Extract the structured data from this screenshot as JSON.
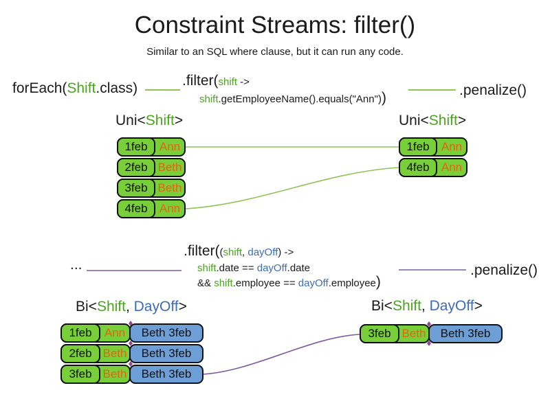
{
  "slide": {
    "title": "Constraint Streams: filter()",
    "subtitle": "Similar to an SQL where clause, but it can run any code."
  },
  "colors": {
    "green_fill": "#78cf39",
    "blue_fill": "#6d9fd6",
    "green_text": "#4aa41e",
    "blue_text": "#3d6cb4",
    "orange_text": "#e0650f",
    "connector_green": "#8fc356",
    "connector_purple": "#7a5ba3",
    "diamond_fill": "#8d4a8f",
    "border": "#111111"
  },
  "section1": {
    "foreach": {
      "pre": "forEach(",
      "type": "Shift",
      "post": ".class)"
    },
    "filter": {
      "head": ".filter(",
      "param": "shift",
      "arrow": " ->",
      "line2": {
        "v1": "shift",
        "rest": ".getEmployeeName().equals(\"Ann\")",
        "close": ")"
      }
    },
    "penalize": ".penalize()",
    "left_label": {
      "pre": "Uni<",
      "type": "Shift",
      "post": ">"
    },
    "right_label": {
      "pre": "Uni<",
      "type": "Shift",
      "post": ">"
    },
    "left_rows": [
      {
        "date": "1feb",
        "name": "Ann"
      },
      {
        "date": "2feb",
        "name": "Beth"
      },
      {
        "date": "3feb",
        "name": "Beth"
      },
      {
        "date": "4feb",
        "name": "Ann"
      }
    ],
    "right_rows": [
      {
        "date": "1feb",
        "name": "Ann"
      },
      {
        "date": "4feb",
        "name": "Ann"
      }
    ]
  },
  "section2": {
    "ellipsis": "...",
    "filter": {
      "head": ".filter(",
      "open": "(",
      "param1": "shift",
      "comma": ", ",
      "param2": "dayOff",
      "close": ")",
      "arrow": " ->",
      "line2": {
        "v1": "shift",
        "mid": ".date == ",
        "v2": "dayOff",
        "end": ".date"
      },
      "line3": {
        "amp": "&& ",
        "v1": "shift",
        "mid": ".employee == ",
        "v2": "dayOff",
        "end": ".employee",
        "close": ")"
      }
    },
    "penalize": ".penalize()",
    "left_label": {
      "pre": "Bi<",
      "t1": "Shift",
      "comma": ", ",
      "t2": "DayOff",
      "post": ">"
    },
    "right_label": {
      "pre": "Bi<",
      "t1": "Shift",
      "comma": ", ",
      "t2": "DayOff",
      "post": ">"
    },
    "left_rows": [
      {
        "date": "1feb",
        "name": "Ann",
        "pair": "Beth 3feb"
      },
      {
        "date": "2feb",
        "name": "Beth",
        "pair": "Beth 3feb"
      },
      {
        "date": "3feb",
        "name": "Beth",
        "pair": "Beth 3feb"
      }
    ],
    "right_rows": [
      {
        "date": "3feb",
        "name": "Beth",
        "pair": "Beth 3feb"
      }
    ]
  }
}
